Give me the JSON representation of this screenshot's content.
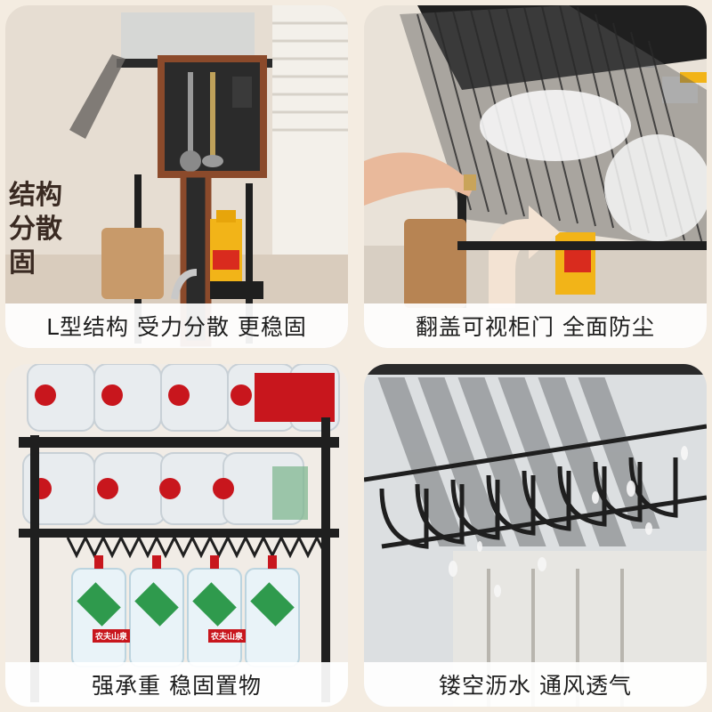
{
  "panels": [
    {
      "caption": "L型结构 受力分散 更稳固",
      "overlay_text": [
        "结构",
        "分散",
        "固"
      ]
    },
    {
      "caption": "翻盖可视柜门 全面防尘"
    },
    {
      "caption": "强承重 稳固置物",
      "bottle_brand": "农夫山泉"
    },
    {
      "caption": "镂空沥水 通风透气"
    }
  ],
  "colors": {
    "background": "#f4ece1",
    "caption_bar": "#ffffff",
    "caption_text": "#1e1e1e",
    "rack_black": "#1f1f1f",
    "bottle_cap_red": "#c8161d",
    "highlight_border": "#8b4a2b",
    "arrow": "#f3e3d3"
  }
}
